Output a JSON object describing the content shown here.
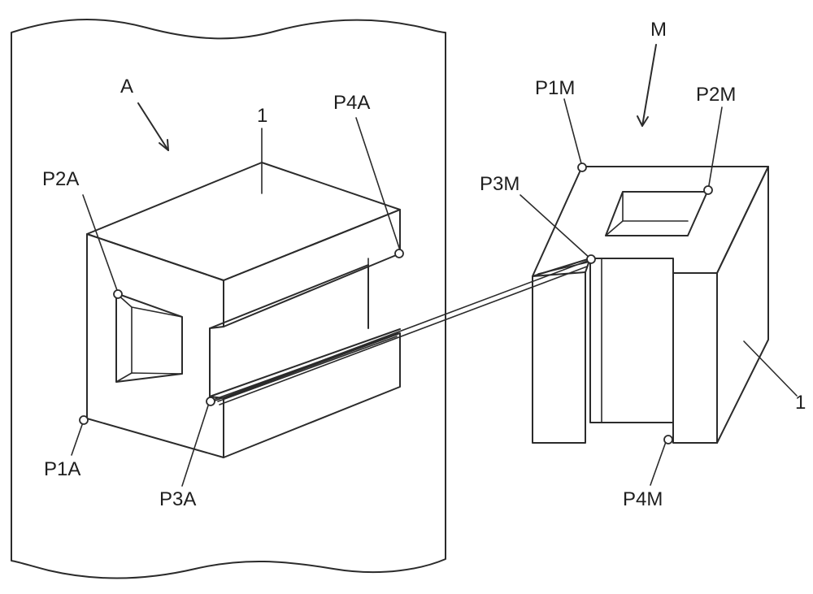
{
  "labels": {
    "view_a": "A",
    "view_m": "M",
    "part_ref_a": "1",
    "part_ref_m": "1",
    "p1a": "P1A",
    "p2a": "P2A",
    "p3a": "P3A",
    "p4a": "P4A",
    "p1m": "P1M",
    "p2m": "P2M",
    "p3m": "P3M",
    "p4m": "P4M"
  }
}
